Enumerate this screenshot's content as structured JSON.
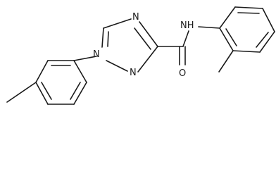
{
  "atom_labels": {
    "n_triazole_top": "N",
    "n1_triazole": "N",
    "n2_triazole": "N",
    "amide_nh": "NH",
    "carbonyl_o": "O"
  }
}
